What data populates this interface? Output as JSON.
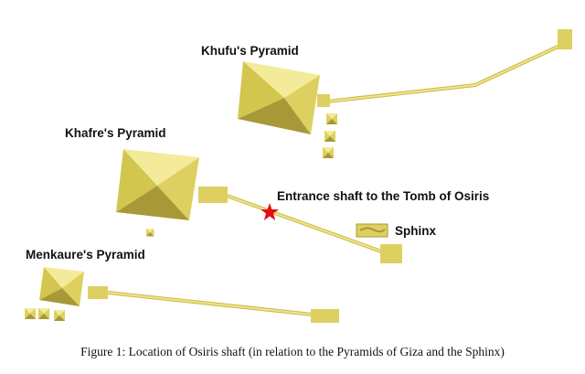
{
  "labels": {
    "khufu": "Khufu's Pyramid",
    "khafre": "Khafre's Pyramid",
    "menkaure": "Menkaure's Pyramid",
    "entrance": "Entrance shaft to the Tomb of Osiris",
    "sphinx": "Sphinx"
  },
  "caption": "Figure 1:  Location of Osiris shaft (in relation to the Pyramids of Giza and the Sphinx)",
  "colors": {
    "top_face": "#f4eb9a",
    "side_face": "#ddd060",
    "left_face": "#d2c64e",
    "bottom_face": "#a89838",
    "causeway": "#e0d468",
    "star": "#e01010"
  }
}
